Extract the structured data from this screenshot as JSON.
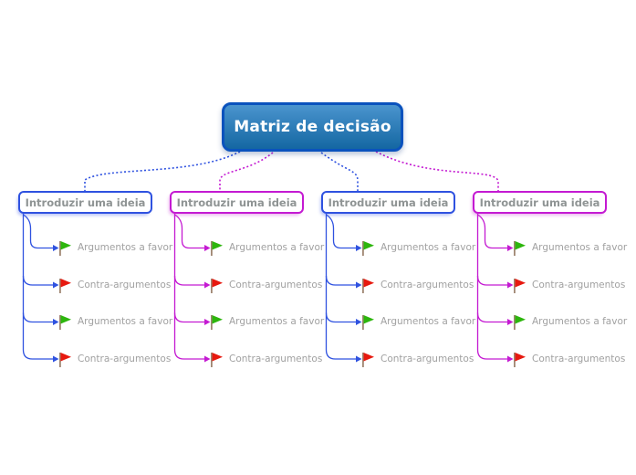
{
  "root": {
    "label": "Matriz de decisão",
    "text": "#ffffff",
    "border": "#0a52bd",
    "bg_top": "#4a94ce",
    "bg_bottom": "#1467a2"
  },
  "colors": {
    "blue": "#2f52e0",
    "magenta": "#c41ad2",
    "green_flag": "#2db60d",
    "red_flag": "#e7190f",
    "flag_pole": "#a08672",
    "node_text": "#8f9494",
    "leaf_text": "#a1a1a1"
  },
  "branches": [
    {
      "label": "Introduzir uma ideia",
      "color": "blue",
      "children": [
        {
          "label": "Argumentos a favor",
          "flag": "green"
        },
        {
          "label": "Contra-argumentos",
          "flag": "red"
        },
        {
          "label": "Argumentos a favor",
          "flag": "green"
        },
        {
          "label": "Contra-argumentos",
          "flag": "red"
        }
      ]
    },
    {
      "label": "Introduzir uma ideia",
      "color": "magenta",
      "children": [
        {
          "label": "Argumentos a favor",
          "flag": "green"
        },
        {
          "label": "Contra-argumentos",
          "flag": "red"
        },
        {
          "label": "Argumentos a favor",
          "flag": "green"
        },
        {
          "label": "Contra-argumentos",
          "flag": "red"
        }
      ]
    },
    {
      "label": "Introduzir uma ideia",
      "color": "blue",
      "children": [
        {
          "label": "Argumentos a favor",
          "flag": "green"
        },
        {
          "label": "Contra-argumentos",
          "flag": "red"
        },
        {
          "label": "Argumentos a favor",
          "flag": "green"
        },
        {
          "label": "Contra-argumentos",
          "flag": "red"
        }
      ]
    },
    {
      "label": "Introduzir uma ideia",
      "color": "magenta",
      "children": [
        {
          "label": "Argumentos a favor",
          "flag": "green"
        },
        {
          "label": "Contra-argumentos",
          "flag": "red"
        },
        {
          "label": "Argumentos a favor",
          "flag": "green"
        },
        {
          "label": "Contra-argumentos",
          "flag": "red"
        }
      ]
    }
  ]
}
